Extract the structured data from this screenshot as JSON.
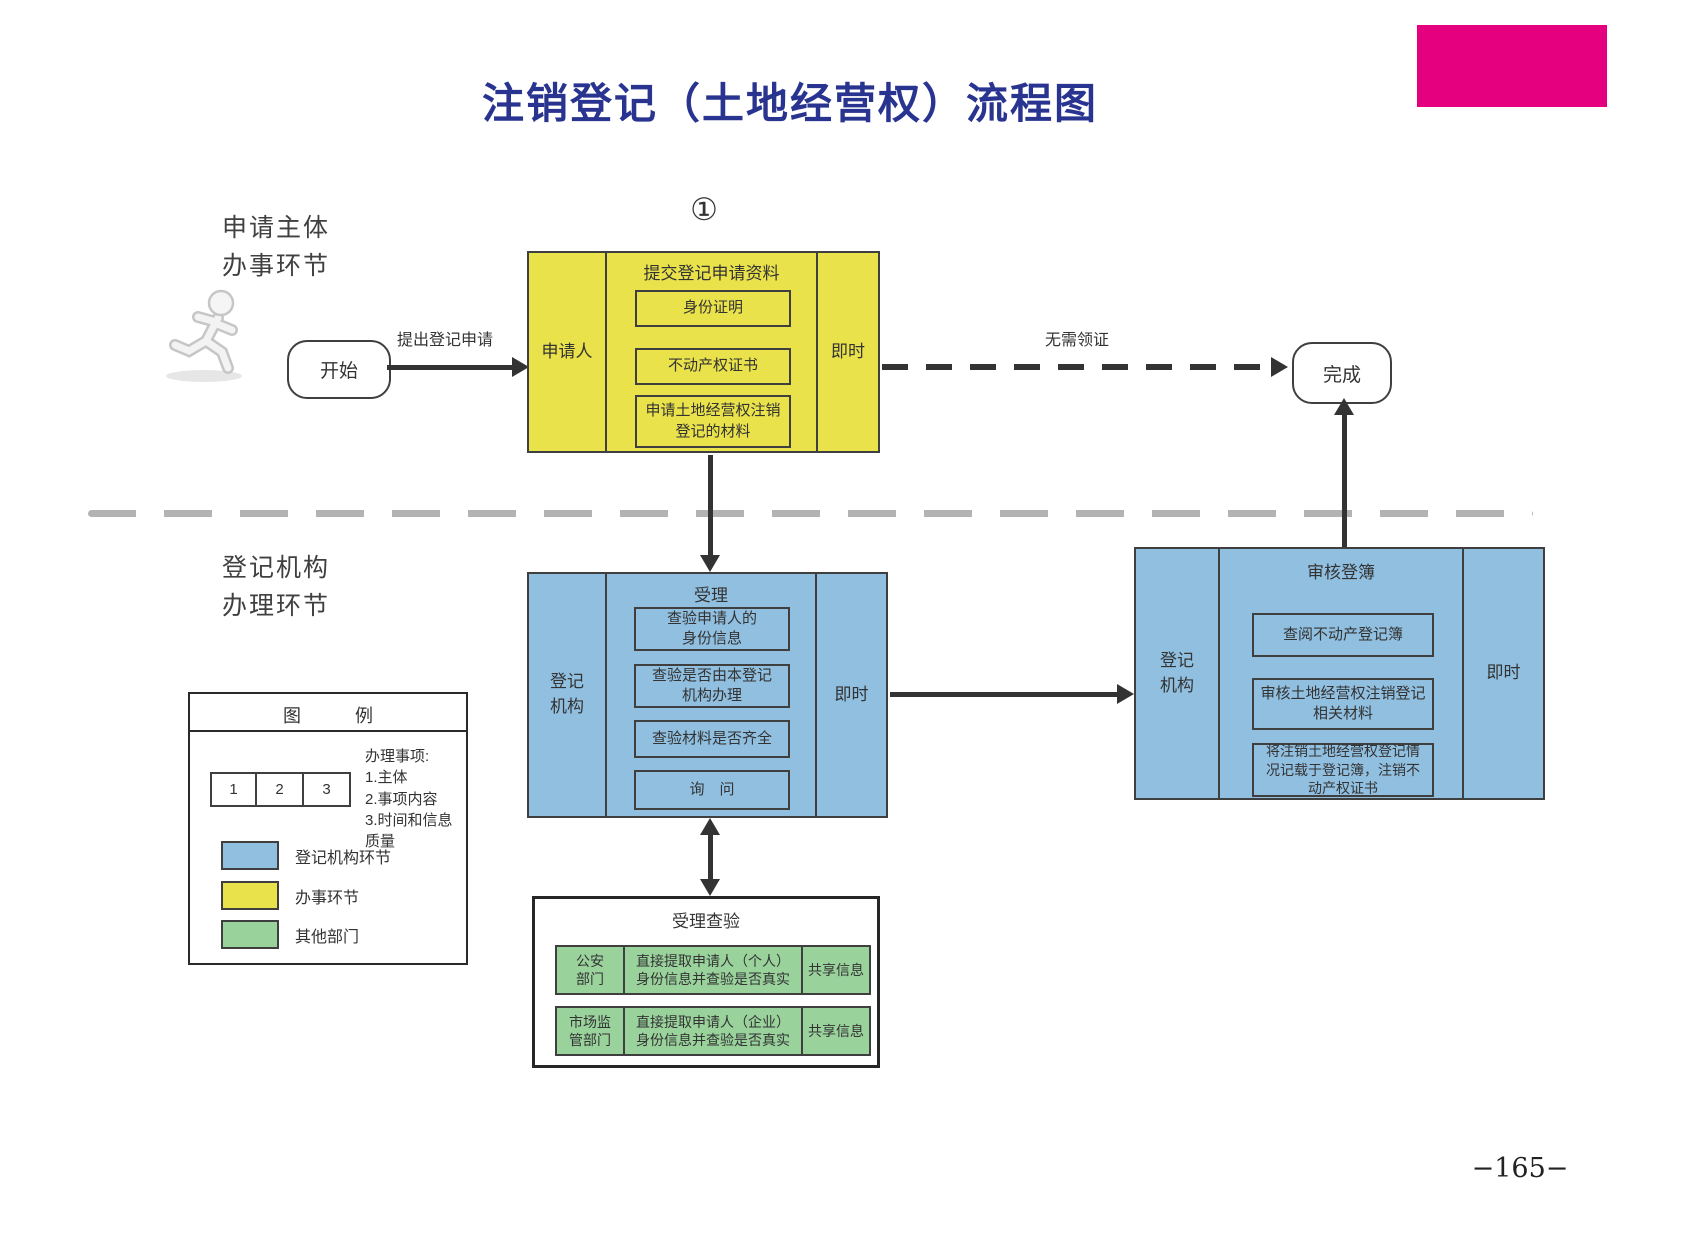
{
  "page": {
    "title": "注销登记（土地经营权）流程图",
    "page_number": "−165−",
    "step_marker": "①"
  },
  "colors": {
    "accent_pink": "#e4007f",
    "title_navy": "#28348f",
    "block_blue": "#90bfe0",
    "block_yellow": "#e9e24b",
    "block_green": "#9ad29c",
    "line_dark": "#333333",
    "divider_gray": "#b3b3b3"
  },
  "lanes": {
    "applicant": "申请主体\n办事环节",
    "registry": "登记机构\n办理环节"
  },
  "nodes": {
    "start": "开始",
    "finish": "完成"
  },
  "edges": {
    "apply_label": "提出登记申请",
    "no_cert_label": "无需领证"
  },
  "submit_block": {
    "subject": "申请人",
    "title": "提交登记申请资料",
    "items": [
      "身份证明",
      "不动产权证书",
      "申请土地经营权注销\n登记的材料"
    ],
    "time": "即时"
  },
  "accept_block": {
    "subject": "登记\n机构",
    "title": "受理",
    "items": [
      "查验申请人的\n身份信息",
      "查验是否由本登记\n机构办理",
      "查验材料是否齐全",
      "询　问"
    ],
    "time": "即时"
  },
  "review_block": {
    "subject": "登记\n机构",
    "title": "审核登簿",
    "items": [
      "查阅不动产登记簿",
      "审核土地经营权注销登记\n相关材料",
      "将注销土地经营权登记情\n况记载于登记簿，注销不\n动产权证书"
    ],
    "time": "即时"
  },
  "verify_block": {
    "title": "受理查验",
    "rows": [
      {
        "dept": "公安\n部门",
        "action": "直接提取申请人（个人）\n身份信息并查验是否真实",
        "mode": "共享信息"
      },
      {
        "dept": "市场监\n管部门",
        "action": "直接提取申请人（企业）\n身份信息并查验是否真实",
        "mode": "共享信息"
      }
    ]
  },
  "legend": {
    "title": "图　　　例",
    "cells": [
      "1",
      "2",
      "3"
    ],
    "note": "办理事项:\n1.主体\n2.事项内容\n3.时间和信息质量",
    "entries": [
      {
        "label": "登记机构环节",
        "color": "#90bfe0"
      },
      {
        "label": "办事环节",
        "color": "#e9e24b"
      },
      {
        "label": "其他部门",
        "color": "#9ad29c"
      }
    ]
  }
}
